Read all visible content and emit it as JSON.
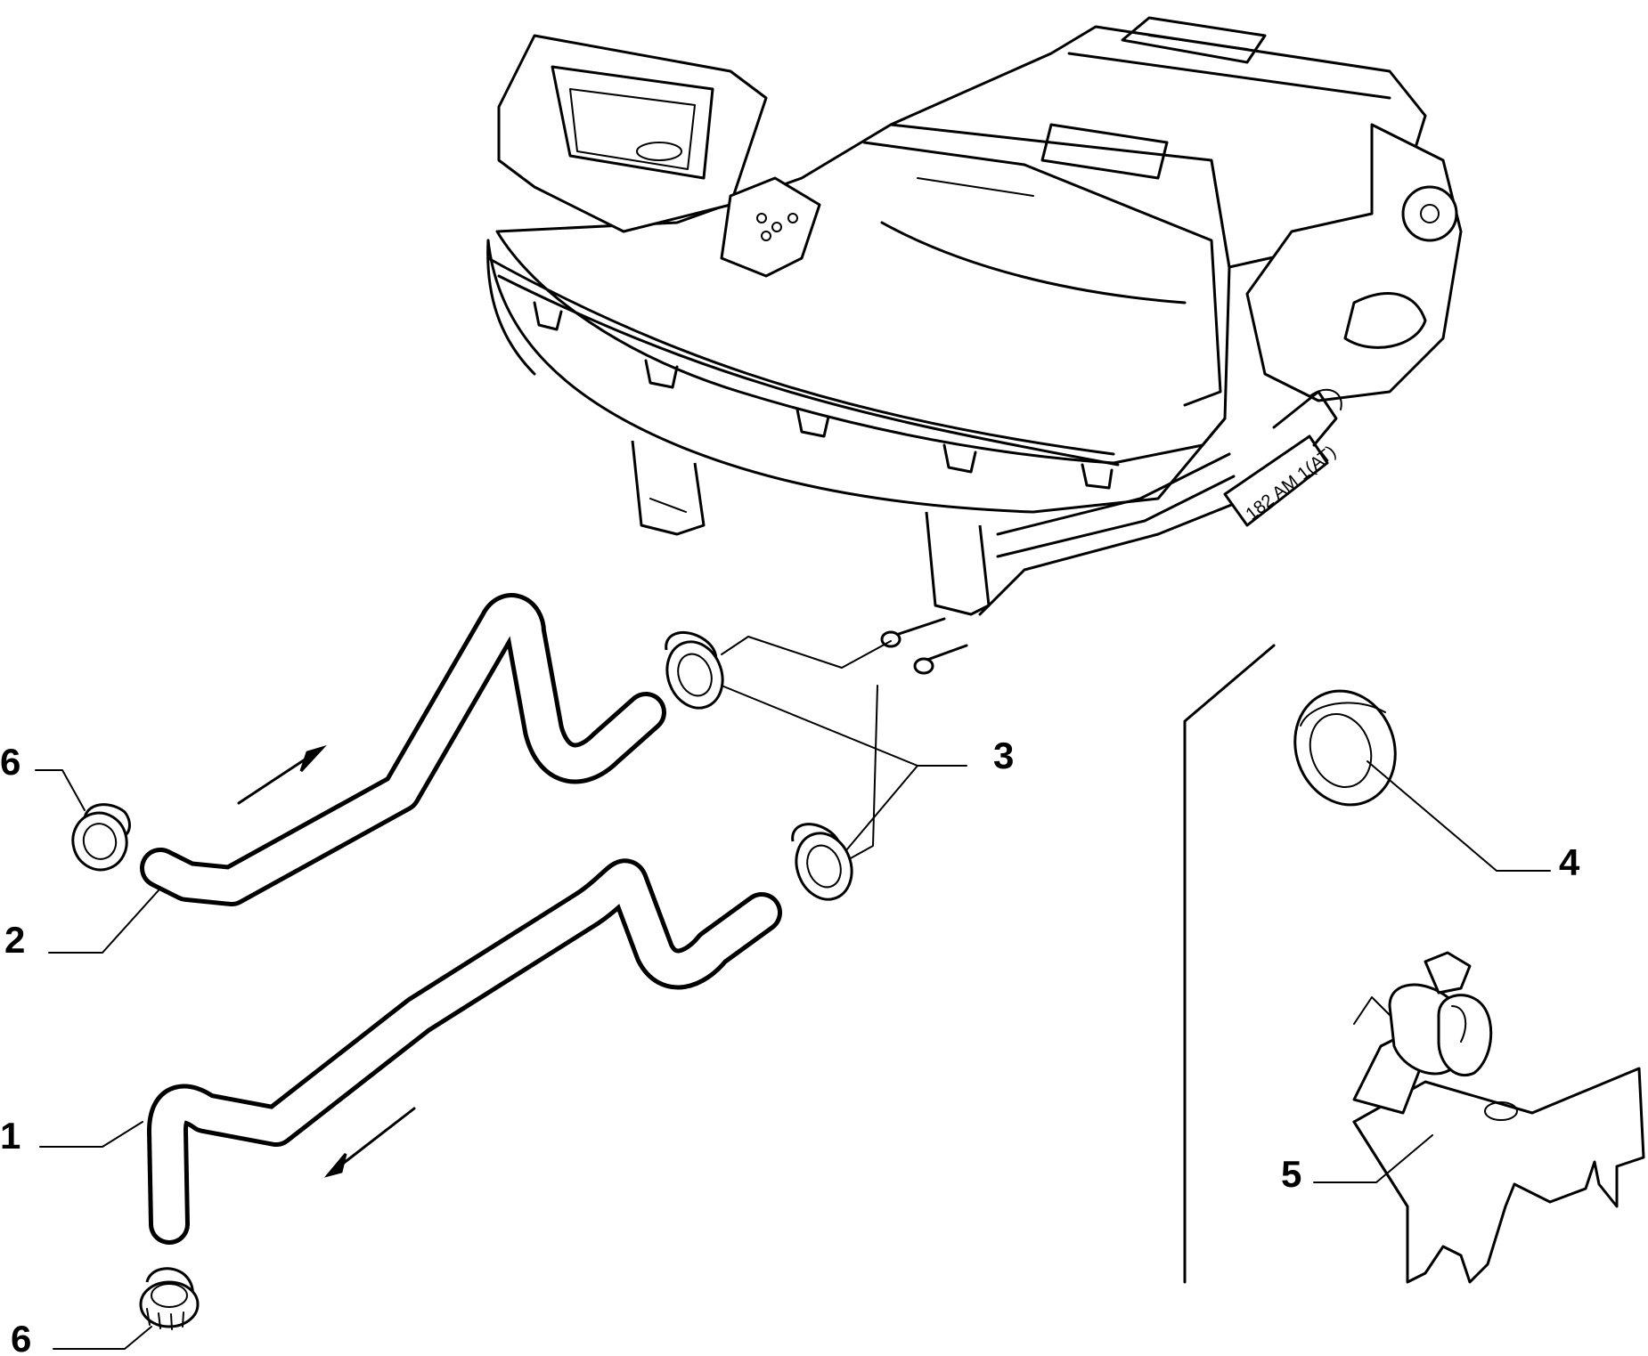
{
  "callouts": {
    "hose_lower": "1",
    "hose_upper": "2",
    "clamp_pair": "3",
    "seal_ring": "4",
    "bracket": "5",
    "clamp_left_top": "6",
    "clamp_left_bottom": "6"
  },
  "part_stamp": "182 AM 1(AT)"
}
